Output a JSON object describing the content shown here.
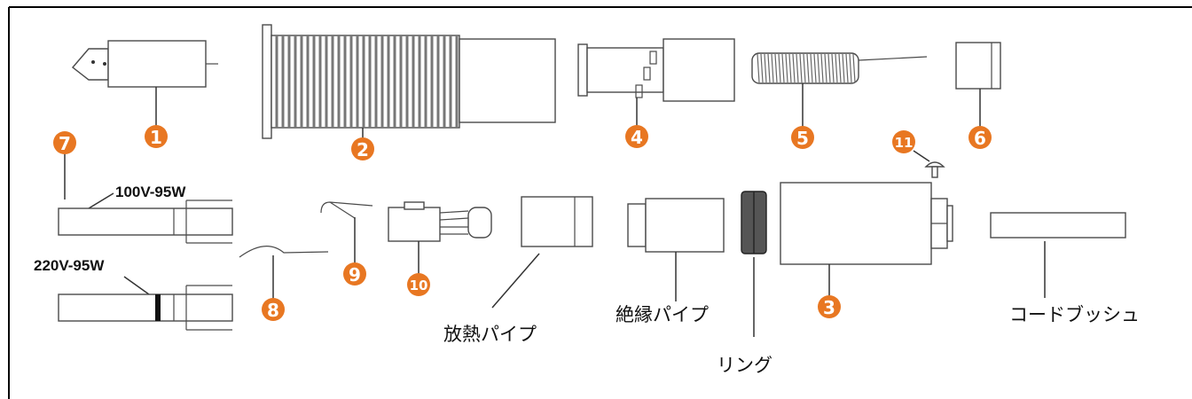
{
  "badges": {
    "b1": "1",
    "b2": "2",
    "b3": "3",
    "b4": "4",
    "b5": "5",
    "b6": "6",
    "b7": "7",
    "b8": "8",
    "b9": "9",
    "b10": "10",
    "b11": "11"
  },
  "labels": {
    "heat_pipe": "放熱パイプ",
    "insulation_pipe": "絶縁パイプ",
    "ring": "リング",
    "cord_bush": "コードブッシュ",
    "spec_100v": "100V-95W",
    "spec_220v": "220V-95W"
  },
  "colors": {
    "badge": "#e87722",
    "outline": "#4a4a4a",
    "ring_fill": "#555555",
    "border": "#000000"
  },
  "icons": {
    "badge_shape": "numbered-orange-circle"
  }
}
